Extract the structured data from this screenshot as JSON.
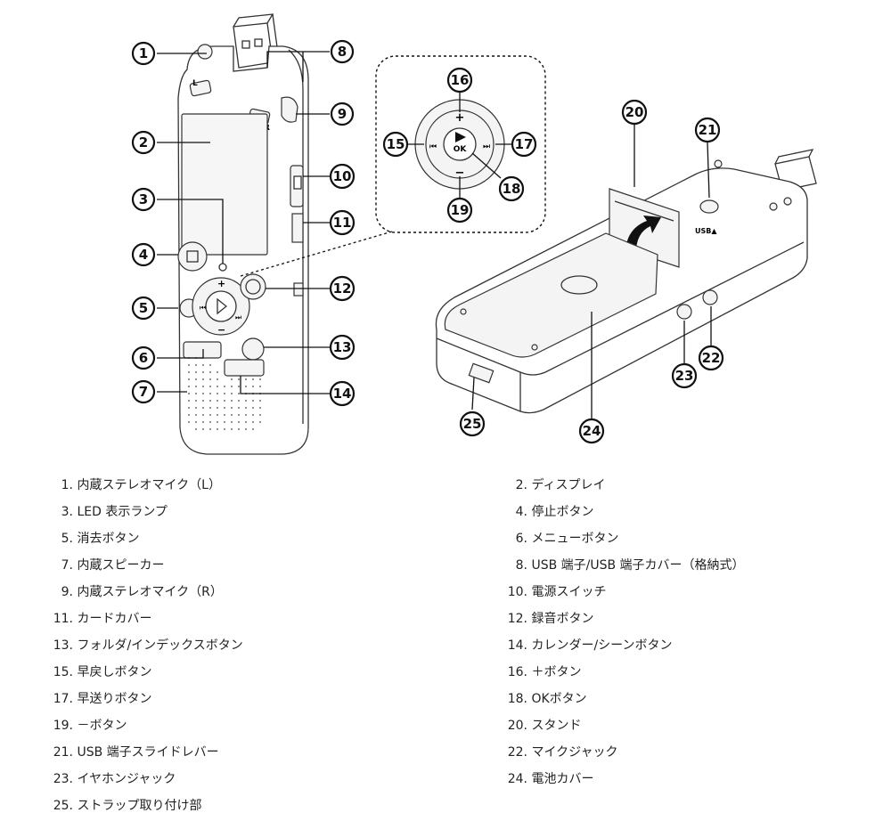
{
  "callouts": [
    "1",
    "2",
    "3",
    "4",
    "5",
    "6",
    "7",
    "8",
    "9",
    "10",
    "11",
    "12",
    "13",
    "14",
    "15",
    "16",
    "17",
    "18",
    "19",
    "20",
    "21",
    "22",
    "23",
    "24",
    "25"
  ],
  "device_marks": {
    "left_mic": "L",
    "right_mic": "R",
    "plus": "+",
    "minus": "−",
    "ok": "OK",
    "play": "▶",
    "rewind": "⏮",
    "forward": "⏭",
    "usb": "USB▲"
  },
  "parts": [
    {
      "num": "1.",
      "label": "内蔵ステレオマイク（L）"
    },
    {
      "num": "2.",
      "label": "ディスプレイ"
    },
    {
      "num": "3.",
      "label": "LED 表示ランプ"
    },
    {
      "num": "4.",
      "label": "停止ボタン"
    },
    {
      "num": "5.",
      "label": "消去ボタン"
    },
    {
      "num": "6.",
      "label": "メニューボタン"
    },
    {
      "num": "7.",
      "label": "内蔵スピーカー"
    },
    {
      "num": "8.",
      "label": "USB 端子/USB 端子カバー（格納式）"
    },
    {
      "num": "9.",
      "label": "内蔵ステレオマイク（R）"
    },
    {
      "num": "10.",
      "label": "電源スイッチ"
    },
    {
      "num": "11.",
      "label": "カードカバー"
    },
    {
      "num": "12.",
      "label": "録音ボタン"
    },
    {
      "num": "13.",
      "label": "フォルダ/インデックスボタン"
    },
    {
      "num": "14.",
      "label": "カレンダー/シーンボタン"
    },
    {
      "num": "15.",
      "label": "早戻しボタン"
    },
    {
      "num": "16.",
      "label": "＋ボタン"
    },
    {
      "num": "17.",
      "label": "早送りボタン"
    },
    {
      "num": "18.",
      "label": "OKボタン"
    },
    {
      "num": "19.",
      "label": "－ボタン"
    },
    {
      "num": "20.",
      "label": "スタンド"
    },
    {
      "num": "21.",
      "label": "USB 端子スライドレバー"
    },
    {
      "num": "22.",
      "label": "マイクジャック"
    },
    {
      "num": "23.",
      "label": "イヤホンジャック"
    },
    {
      "num": "24.",
      "label": "電池カバー"
    },
    {
      "num": "25.",
      "label": "ストラップ取り付け部"
    }
  ]
}
